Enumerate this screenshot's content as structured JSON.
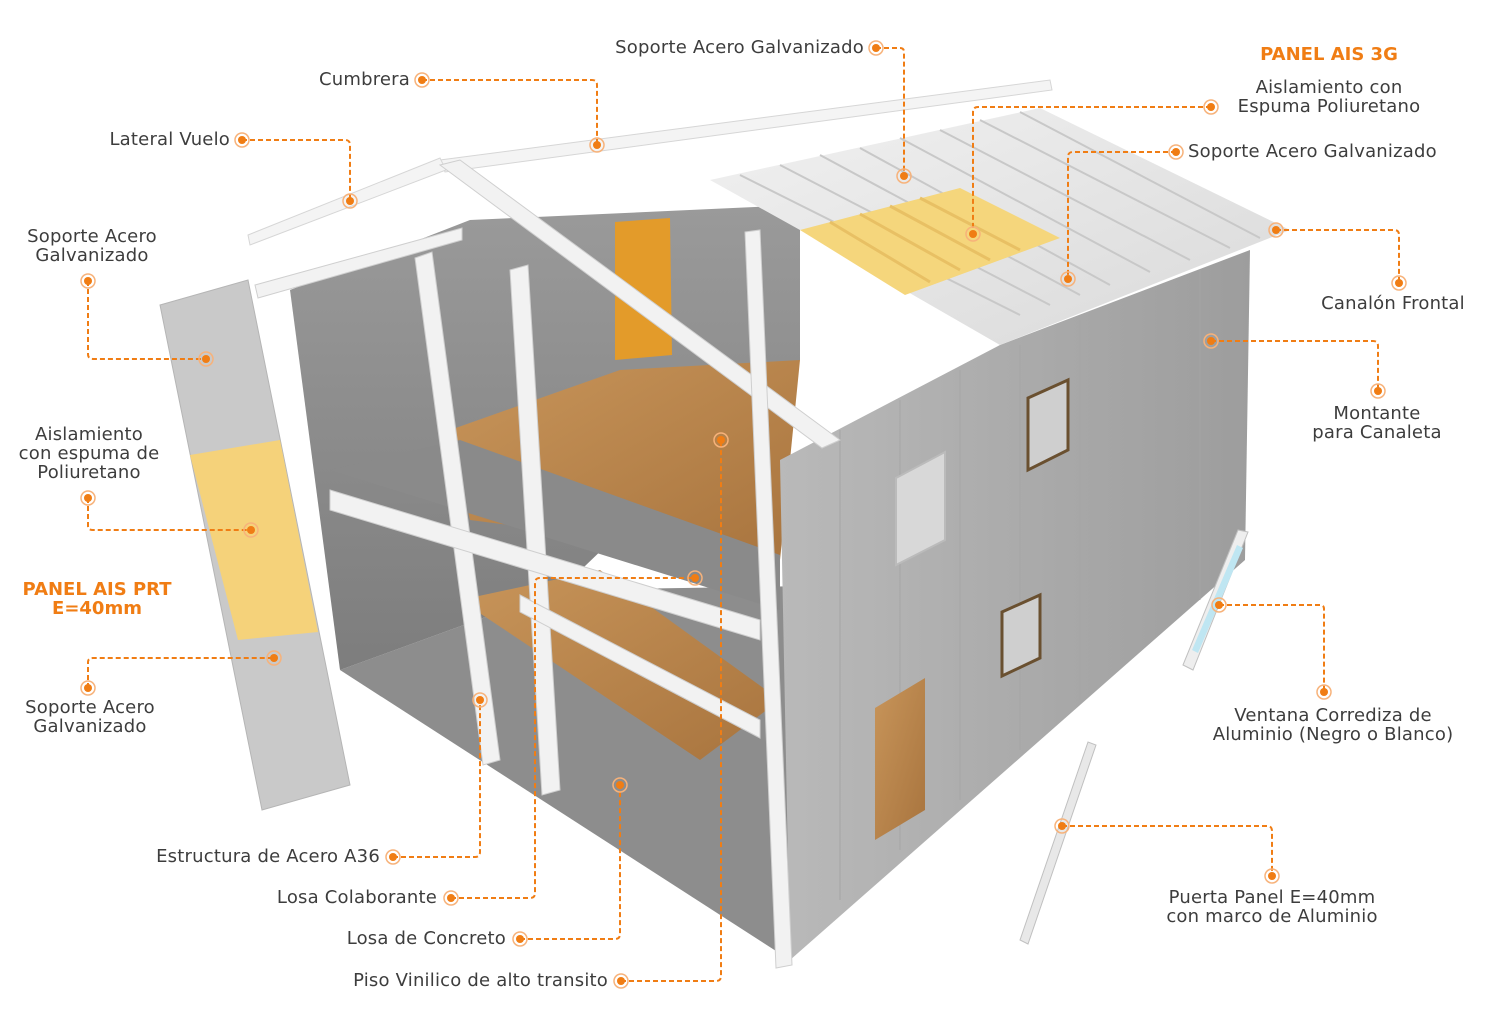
{
  "diagram": {
    "subject": "Exploded view of two-story modular steel building",
    "accent_color": "#f07d14",
    "text_color": "#3d3d3d",
    "panel_titles": {
      "roof": "PANEL AIS 3G",
      "wall_line1": "PANEL AIS PRT",
      "wall_line2": "E=40mm"
    },
    "labels": {
      "soporte_top": "Soporte Acero Galvanizado",
      "cumbrera": "Cumbrera",
      "lateral_vuelo": "Lateral Vuelo",
      "soporte_left_l1": "Soporte Acero",
      "soporte_left_l2": "Galvanizado",
      "aislamiento_left_l1": "Aislamiento",
      "aislamiento_left_l2": "con espuma de",
      "aislamiento_left_l3": "Poliuretano",
      "soporte_left2_l1": "Soporte Acero",
      "soporte_left2_l2": "Galvanizado",
      "aislamiento_roof_l1": "Aislamiento con",
      "aislamiento_roof_l2": "Espuma Poliuretano",
      "soporte_roof": "Soporte Acero Galvanizado",
      "canalon": "Canalón Frontal",
      "montante_l1": "Montante",
      "montante_l2": "para Canaleta",
      "ventana_l1": "Ventana Corrediza de",
      "ventana_l2": "Aluminio (Negro o Blanco)",
      "puerta_l1": "Puerta Panel E=40mm",
      "puerta_l2": "con marco de Aluminio",
      "estructura": "Estructura de Acero A36",
      "losa_colab": "Losa Colaborante",
      "losa_concreto": "Losa de Concreto",
      "piso": "Piso Vinilico de alto transito"
    }
  }
}
